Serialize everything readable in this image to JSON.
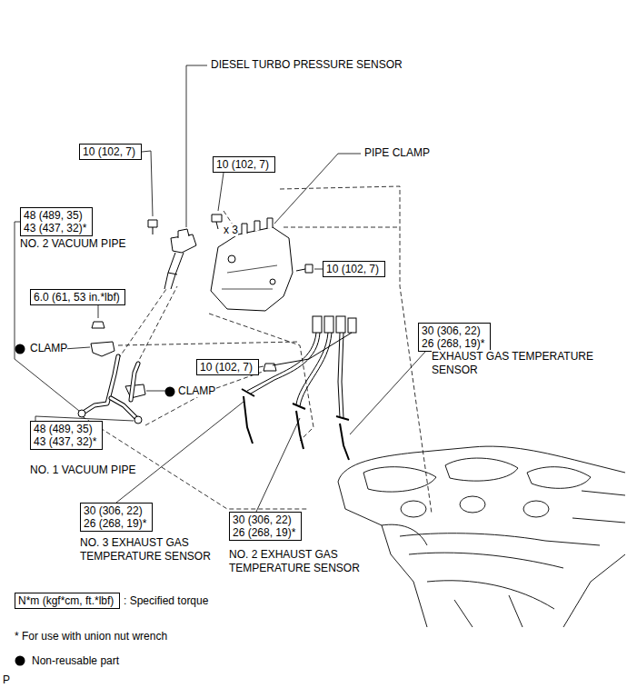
{
  "diagram": {
    "nodes": [
      {
        "text": [
          "10 (102, 7)"
        ]
      },
      {
        "text": [
          "10 (102, 7)"
        ]
      },
      {
        "text": [
          "48 (489, 35)",
          "43 (437, 32)*"
        ]
      },
      {
        "text": [
          "10 (102, 7)"
        ]
      },
      {
        "text": [
          "6.0 (61, 53 in.*lbf)"
        ]
      },
      {
        "text": [
          "30 (306, 22)",
          "26 (268, 19)*"
        ]
      },
      {
        "text": [
          "10 (102, 7)"
        ]
      },
      {
        "text": [
          "48 (489, 35)",
          "43 (437, 32)*"
        ]
      },
      {
        "text": [
          "30 (306, 22)",
          "26 (268, 19)*"
        ]
      },
      {
        "text": [
          "30 (306, 22)",
          "26 (268, 19)*"
        ]
      },
      {
        "text": [
          "N*m (kgf*cm, ft.*lbf)"
        ]
      }
    ],
    "labels": [
      "DIESEL TURBO PRESSURE SENSOR",
      "PIPE CLAMP",
      "x 3",
      "NO. 2 VACUUM PIPE",
      "CLAMP",
      "CLAMP",
      "EXHAUST GAS TEMPERATURE SENSOR",
      "NO. 1 VACUUM PIPE",
      "NO. 3 EXHAUST GAS TEMPERATURE SENSOR",
      "NO. 2 EXHAUST GAS TEMPERATURE SENSOR",
      ": Specified torque",
      "* For use with union nut wrench",
      "P"
    ],
    "legend": [
      {
        "text": "Non-reusable part"
      }
    ]
  }
}
